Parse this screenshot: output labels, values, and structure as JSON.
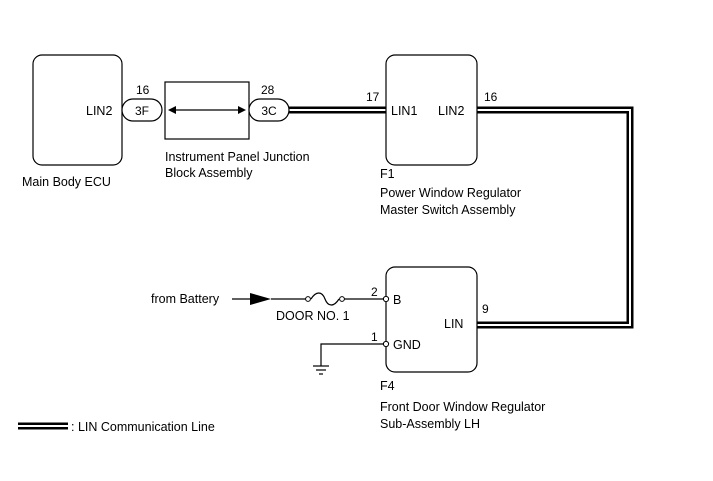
{
  "components": {
    "main_body_ecu": {
      "name": "Main Body ECU",
      "port": "LIN2",
      "pin": "16",
      "connector": "3F"
    },
    "junction_block": {
      "name_line1": "Instrument Panel Junction",
      "name_line2": "Block Assembly",
      "connector_right": "3C",
      "pin_right": "28"
    },
    "master_switch": {
      "code": "F1",
      "name_line1": "Power Window Regulator",
      "name_line2": "Master Switch Assembly",
      "port_left": "LIN1",
      "pin_left": "17",
      "port_right": "LIN2",
      "pin_right": "16"
    },
    "front_door_regulator": {
      "code": "F4",
      "name_line1": "Front Door Window Regulator",
      "name_line2": "Sub-Assembly LH",
      "port_b": "B",
      "pin_b": "2",
      "port_gnd": "GND",
      "pin_gnd": "1",
      "port_lin": "LIN",
      "pin_lin": "9"
    }
  },
  "power": {
    "source": "from Battery",
    "fuse": "DOOR NO. 1"
  },
  "legend": {
    "label": ": LIN Communication Line"
  }
}
